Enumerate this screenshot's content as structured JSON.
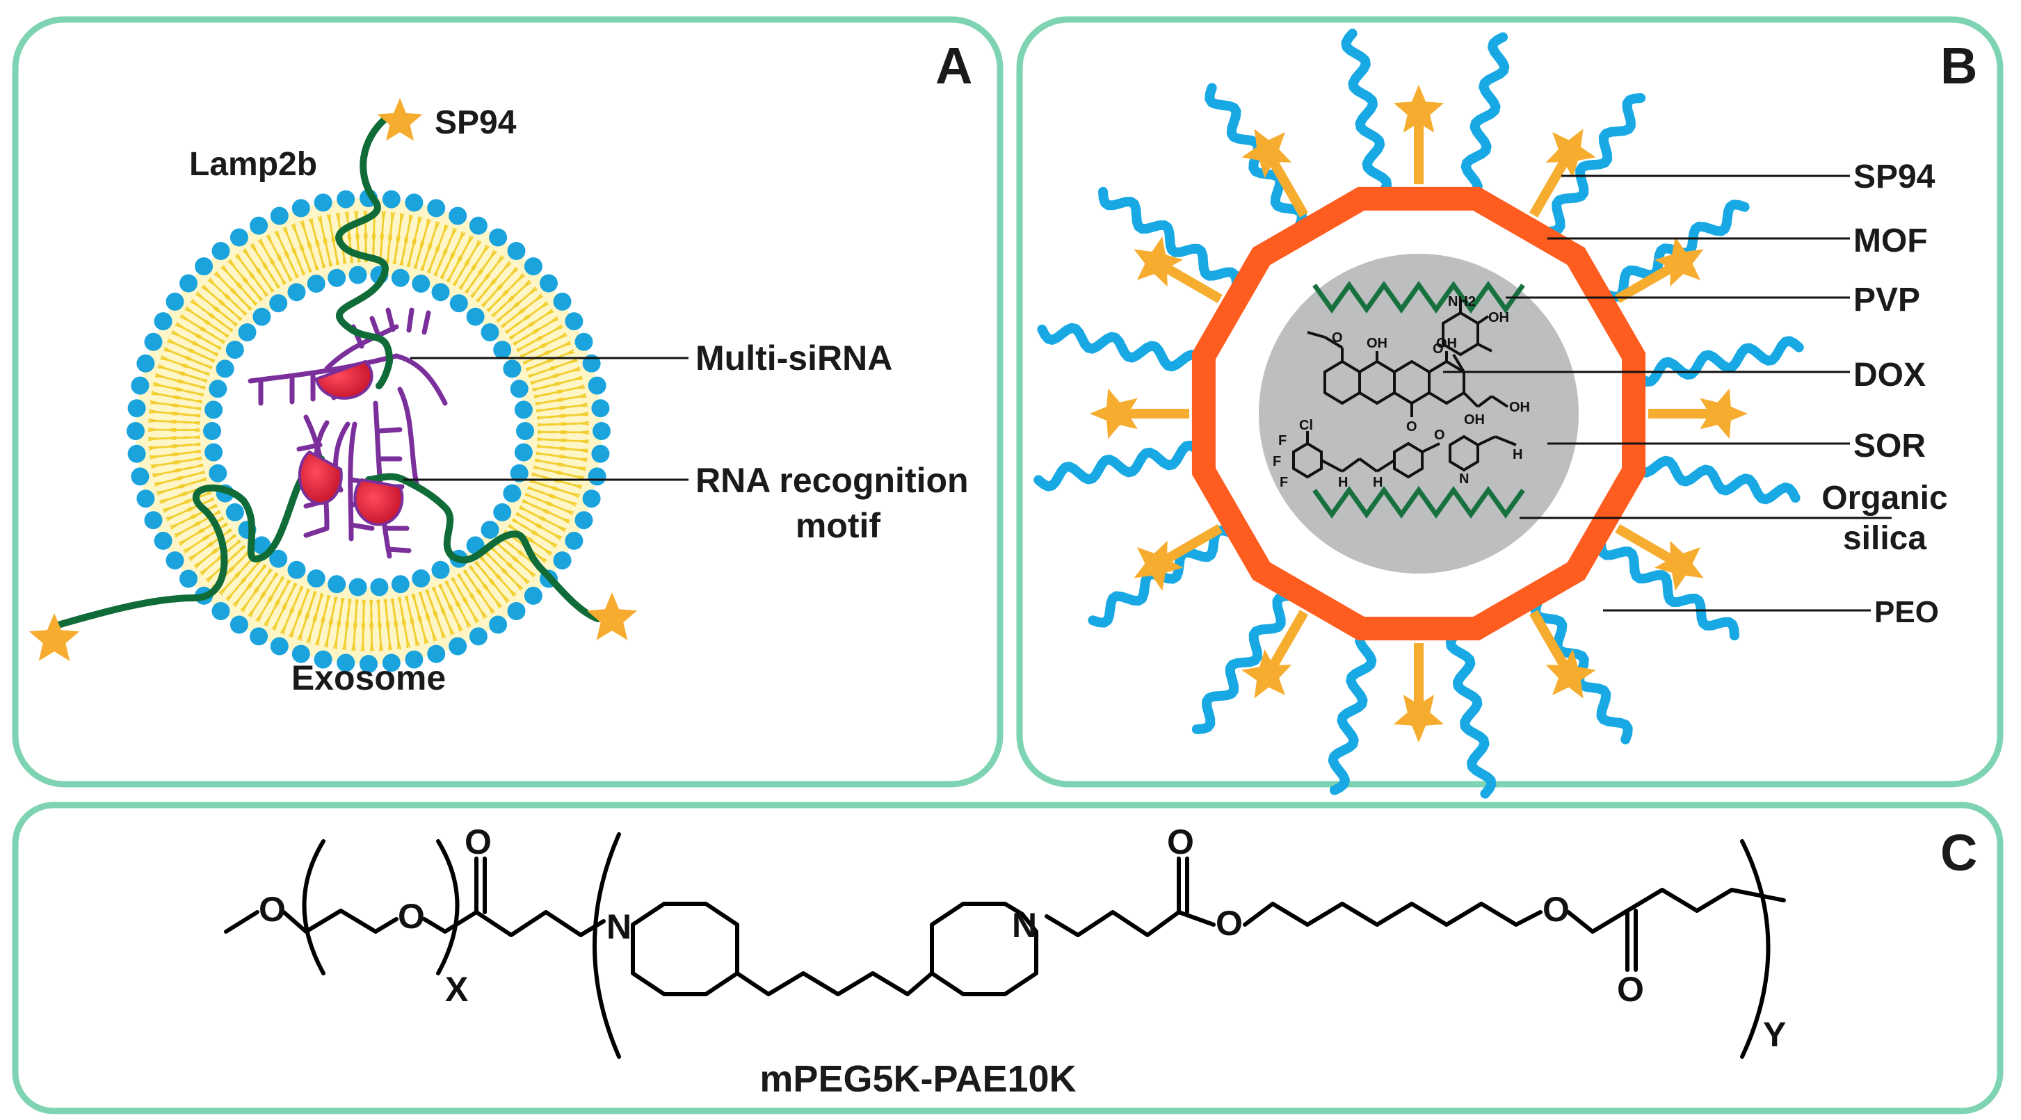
{
  "panels": {
    "a": {
      "letter": "A",
      "labels": {
        "sp94": "SP94",
        "lamp2b": "Lamp2b",
        "multi_sirna": "Multi-siRNA",
        "rrm_line1": "RNA recognition",
        "rrm_line2": "motif",
        "exosome": "Exosome"
      }
    },
    "b": {
      "letter": "B",
      "labels": {
        "sp94": "SP94",
        "mof": "MOF",
        "pvp": "PVP",
        "dox": "DOX",
        "sor": "SOR",
        "organic_line1": "Organic",
        "organic_line2": "silica",
        "peo": "PEO"
      },
      "chem_atoms": {
        "nh2": "NH2",
        "oh": "OH",
        "o": "O",
        "cl": "Cl",
        "f": "F",
        "h": "H",
        "n": "N"
      }
    },
    "c": {
      "letter": "C",
      "atoms": {
        "o": "O",
        "n": "N",
        "x": "X",
        "y": "Y"
      },
      "polymer_name": "mPEG5K-PAE10K"
    }
  },
  "colors": {
    "panel_border": "#7ed3b2",
    "lipid_head": "#1aa3dc",
    "lipid_tail": "#f2cf30",
    "lamp2b": "#0f6b38",
    "rna": "#7a2f9a",
    "rbd": "#d4132c",
    "star": "#f6ac2e",
    "peo": "#18a9e4",
    "mof": "#ff5c20",
    "core": "#bcbec0",
    "pvp": "#17713f"
  }
}
